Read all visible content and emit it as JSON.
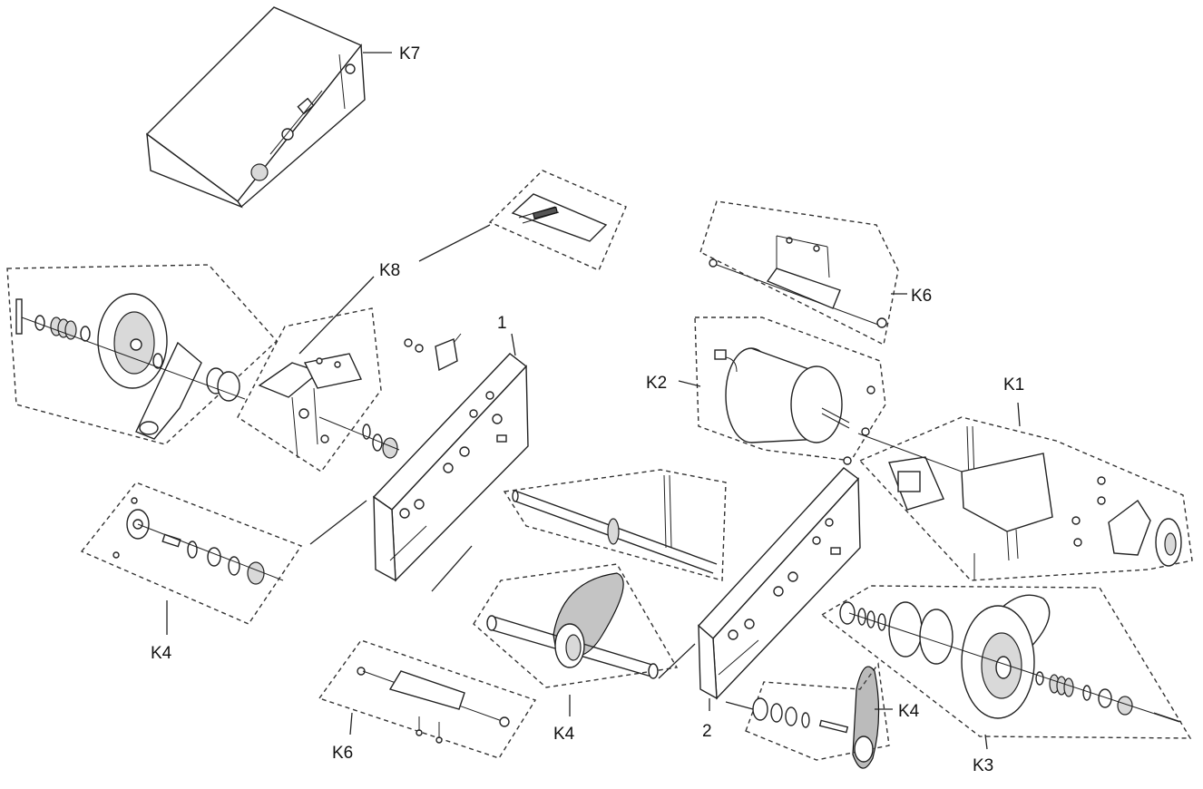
{
  "labels": {
    "k7": "K7",
    "k8": "K8",
    "k6_top": "K6",
    "k6_bottom": "K6",
    "k2": "K2",
    "k1": "K1",
    "k3": "K3",
    "k4_left": "K4",
    "k4_middle": "K4",
    "k4_right": "K4",
    "part1": "1",
    "part2": "2"
  }
}
